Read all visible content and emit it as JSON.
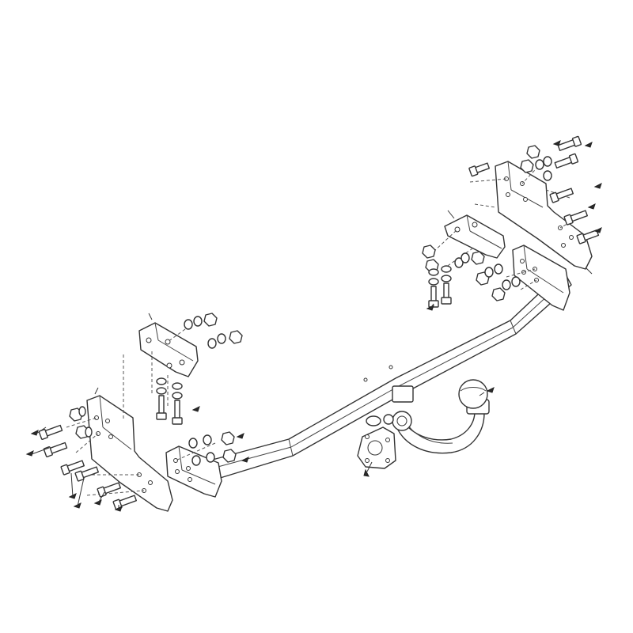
{
  "diagram": {
    "subject": "tow-bar-assembly",
    "colors": {
      "line": "#333333",
      "background": "#ffffff",
      "fastener_dark": "#2a2a2a"
    },
    "parts": [
      "crossbar",
      "left-side-plate",
      "right-side-plate",
      "left-mounting-bracket",
      "right-mounting-bracket",
      "tow-ball-neck",
      "tow-ball",
      "socket-plate",
      "bolts",
      "nuts",
      "washers"
    ]
  }
}
